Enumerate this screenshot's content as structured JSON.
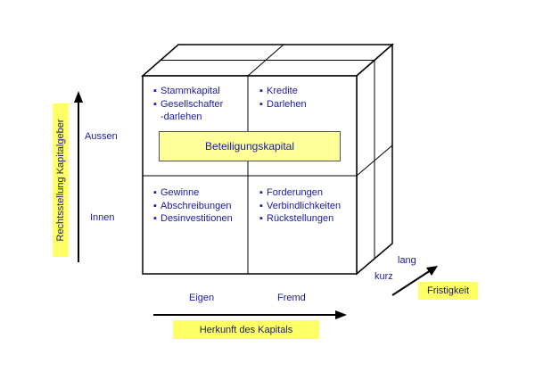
{
  "diagram": {
    "quadrants": {
      "top_left": [
        "Stammkapital",
        "Gesellschafter",
        "-darlehen"
      ],
      "top_right": [
        "Kredite",
        "Darlehen"
      ],
      "bottom_left": [
        "Gewinne",
        "Abschreibungen",
        "Desinvestitionen"
      ],
      "bottom_right": [
        "Forderungen",
        "Verbindlichkeiten",
        "Rückstellungen"
      ]
    },
    "center_box": "Beteiligungskapital",
    "y_axis": {
      "title": "Rechtsstellung Kapitalgeber",
      "top": "Aussen",
      "bottom": "Innen"
    },
    "x_axis": {
      "title": "Herkunft des Kapitals",
      "left": "Eigen",
      "right": "Fremd"
    },
    "depth_axis": {
      "title": "Fristigkeit",
      "near": "kurz",
      "far": "lang"
    },
    "colors": {
      "highlight": "#ffff66",
      "box_fill": "#ffff99",
      "text": "#1a1aa0"
    }
  }
}
